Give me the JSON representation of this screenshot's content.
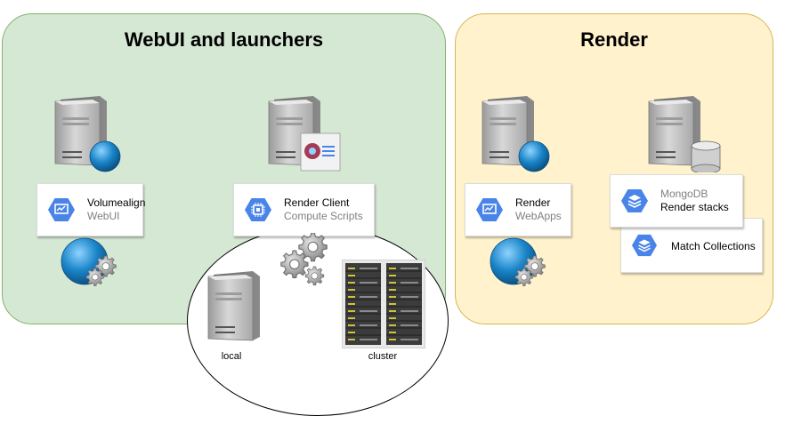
{
  "panels": {
    "webui_title": "WebUI and launchers",
    "render_title": "Render"
  },
  "cards": {
    "volumealign": {
      "name": "Volumealign",
      "sub": "WebUI"
    },
    "render_client": {
      "name": "Render Client",
      "sub": "Compute Scripts"
    },
    "render_webapps": {
      "name": "Render",
      "sub": "WebApps"
    },
    "mongodb": {
      "name": "MongoDB",
      "sub": "Render stacks"
    },
    "match": {
      "name": "Match Collections"
    }
  },
  "compute": {
    "local_label": "local",
    "cluster_label": "cluster"
  },
  "colors": {
    "webui_fill": "#d5e8d4",
    "webui_stroke": "#82b366",
    "render_fill": "#fff2cc",
    "render_stroke": "#d6b656",
    "gcp_blue": "#4a84e8",
    "globe_blue": "#1a85c8"
  },
  "icons": [
    "server-icon",
    "globe-icon",
    "gears-icon",
    "compute-engine-icon",
    "monitor-icon",
    "stack-icon",
    "database-icon",
    "rack-icon",
    "clipboard-icon"
  ]
}
